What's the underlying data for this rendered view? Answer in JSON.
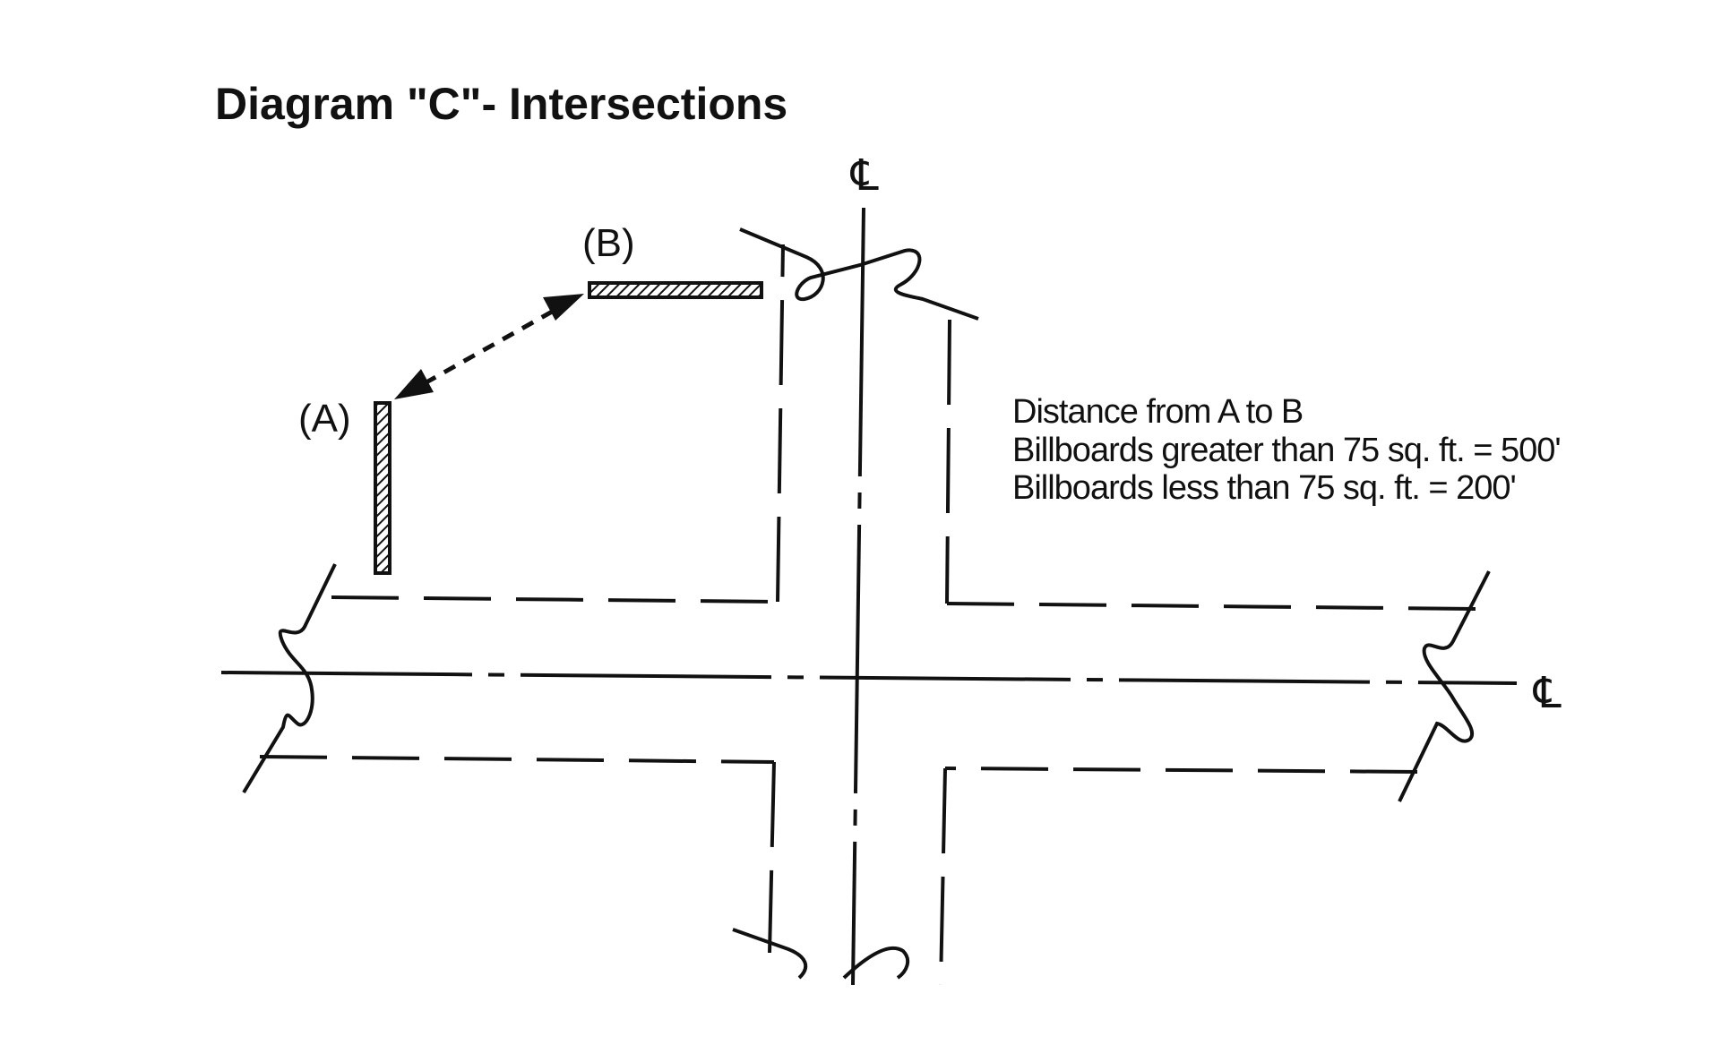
{
  "diagram": {
    "title": "Diagram \"C\"-   Intersections",
    "sign_a_label": "(A)",
    "sign_b_label": "(B)",
    "centerline_symbol_top": "℄",
    "centerline_symbol_right": "℄",
    "note": {
      "line1": "Distance from A to B",
      "line2": "Billboards greater than 75 sq. ft. = 500'",
      "line3": "Billboards less than 75 sq. ft. = 200'"
    },
    "colors": {
      "ink": "#111111",
      "background": "#ffffff"
    }
  }
}
